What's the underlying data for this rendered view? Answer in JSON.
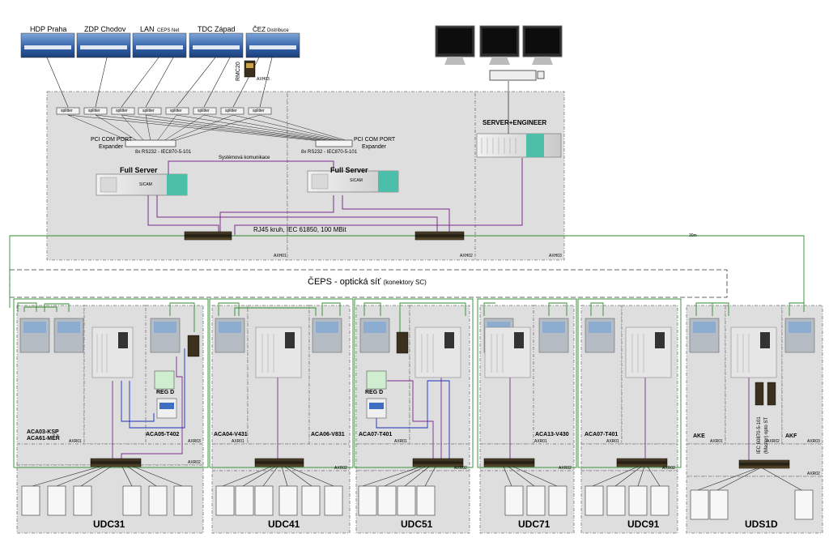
{
  "sources": [
    "HDP Praha",
    "ZDP Chodov",
    "LAN",
    "CEPS Net",
    "TDC Západ",
    "ČEZ",
    "Distribuce"
  ],
  "rmc": "RMC20",
  "splitter_label": "splitter",
  "com_expander": {
    "line1": "PCI COM PORT",
    "line2": "Expander"
  },
  "protocol_label": "8x RS232 - IEC870-5-101",
  "system_comm": "Systémová komunikace",
  "full_server": "Full Server",
  "sicam": "SICAM",
  "server_engineer": "SERVER+ENGINEER",
  "ring": "RJ45 kruh, IEC 61850, 100 MBit",
  "distance": "30m",
  "optical": {
    "main": "ČEPS",
    "dash": " - ",
    "rest": "optická síť",
    "note": "(konektory SC)"
  },
  "axk": [
    "AXH01",
    "AXH02",
    "AXH03",
    "AXH03"
  ],
  "axr": [
    "AXR01",
    "AXR03",
    "AXR02",
    "AXR01",
    "AXR02",
    "AXR01",
    "AXR02",
    "AXR02",
    "AXR01",
    "AXR02",
    "AXR01",
    "AXR02",
    "AXR03",
    "AXR01",
    "AXR02"
  ],
  "reg": [
    "REG D",
    "REG D"
  ],
  "bays": [
    {
      "name": "UDC31",
      "labels": [
        "ACA03-KSP",
        "ACA61-MĚŘ",
        "ACA05-T402"
      ]
    },
    {
      "name": "UDC41",
      "labels": [
        "ACA04-V431",
        "ACA06-V831"
      ]
    },
    {
      "name": "UDC51",
      "labels": [
        "ACA07-T401"
      ]
    },
    {
      "name": "UDC71",
      "labels": [
        "ACA13-V430"
      ]
    },
    {
      "name": "UDC91",
      "labels": [
        "ACA07-T401"
      ]
    },
    {
      "name": "UDS1D",
      "labels": [
        "AKE",
        "AKF"
      ]
    }
  ],
  "iec_note": {
    "line1": "IEC 60870-5-101",
    "line2": "(Master) opto ST"
  },
  "colors": {
    "green": "#2e8b2e",
    "purple": "#7b2a8c",
    "blue": "#1c2fb8",
    "black": "#222222",
    "panel": "#dcdcdc",
    "screen_blue": "#3a6fb5"
  }
}
